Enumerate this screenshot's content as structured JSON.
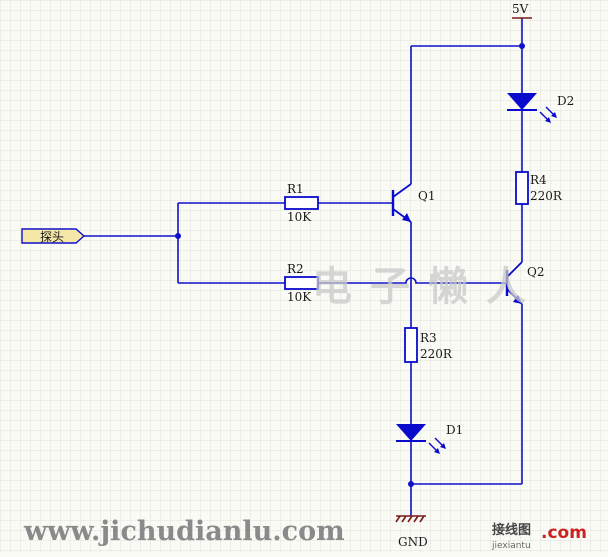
{
  "colors": {
    "wire": "#1010c8",
    "component": "#0a0acc",
    "label": "#1a1a1a",
    "port_fill": "#f5e7a8",
    "grid": "#e2e2dc",
    "gnd": "#7a1a1a",
    "watermark": "#c8c8c8",
    "site_text": "#8a8a8a"
  },
  "supply": {
    "label": "5V"
  },
  "ground": {
    "label": "GND"
  },
  "probe": {
    "label": "探头"
  },
  "resistors": {
    "r1": {
      "ref": "R1",
      "value": "10K"
    },
    "r2": {
      "ref": "R2",
      "value": "10K"
    },
    "r3": {
      "ref": "R3",
      "value": "220R"
    },
    "r4": {
      "ref": "R4",
      "value": "220R"
    }
  },
  "transistors": {
    "q1": {
      "ref": "Q1"
    },
    "q2": {
      "ref": "Q2"
    }
  },
  "leds": {
    "d1": {
      "ref": "D1"
    },
    "d2": {
      "ref": "D2"
    }
  },
  "watermark": {
    "main": "电子懒人",
    "url": "www.jichudianlu.com",
    "site_cn": "接线图",
    "site_com": ".com",
    "site_pinyin": "jiexiantu"
  }
}
